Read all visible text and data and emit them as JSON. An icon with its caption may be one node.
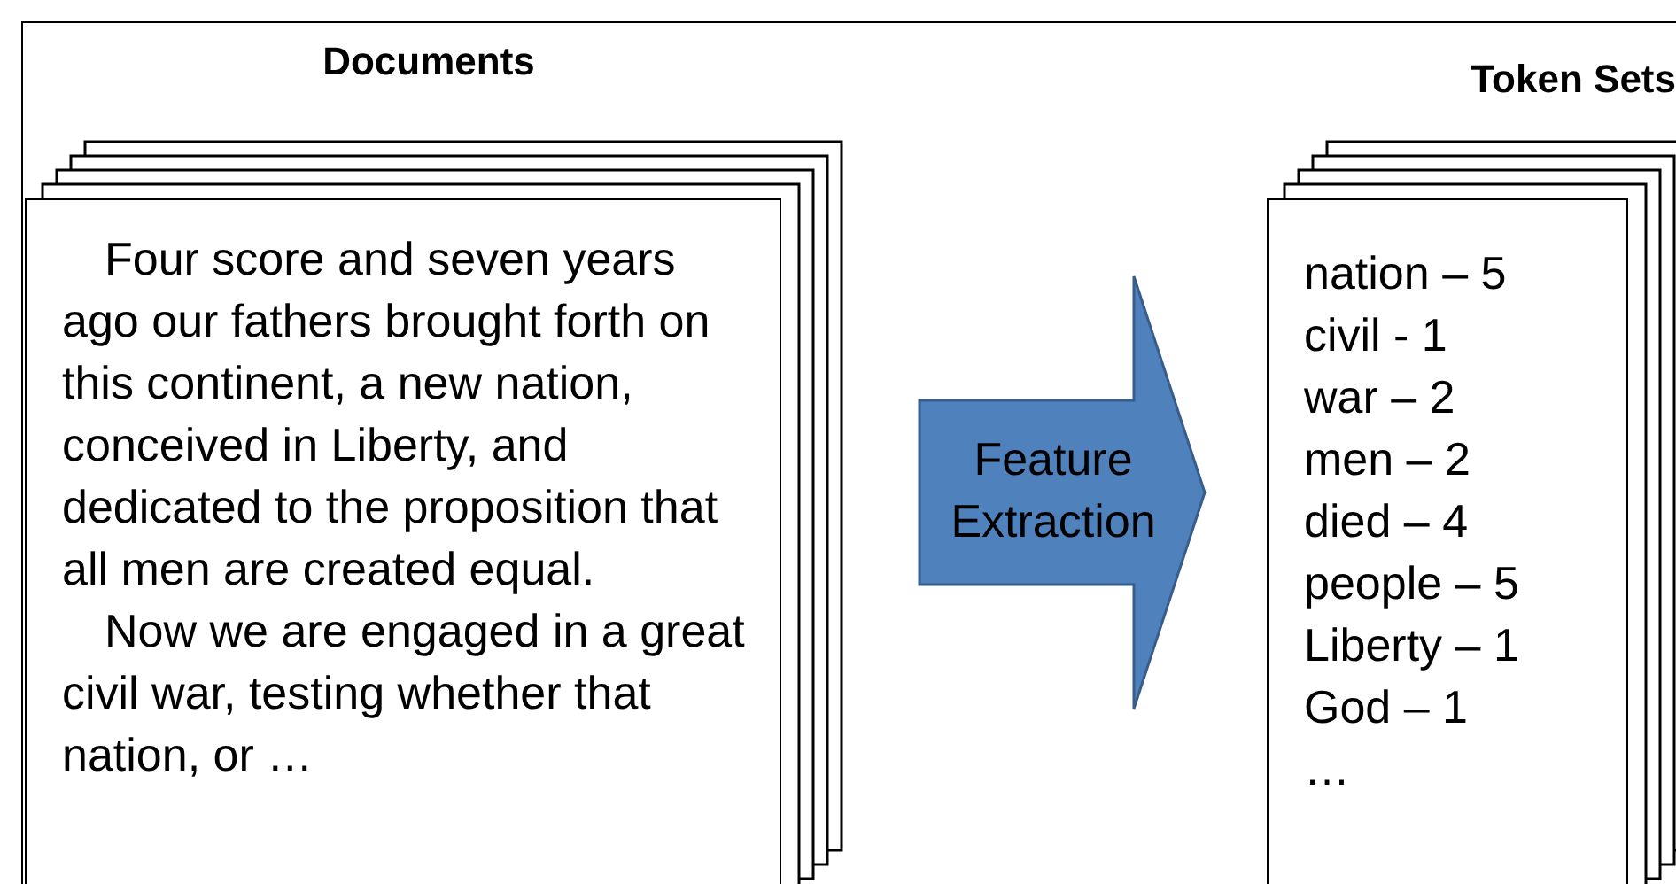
{
  "diagram": {
    "nodes": [
      {
        "text": [
          "Documents",
          "Four score and seven years ago our fathers brought forth on this continent, a new nation, conceived in Liberty, and dedicated to the proposition that all men are created equal.",
          "Now we are engaged in a great civil war, testing whether that nation, or …"
        ]
      },
      {
        "text": [
          "Token Sets",
          "nation – 5",
          "civil - 1",
          "war – 2",
          "men – 2",
          "died – 4",
          "people – 5",
          "Liberty – 1",
          "God – 1",
          "…"
        ]
      }
    ],
    "edges": [
      {
        "from": 0,
        "to": 1,
        "arrow": "to",
        "label": "Feature Extraction"
      }
    ]
  }
}
